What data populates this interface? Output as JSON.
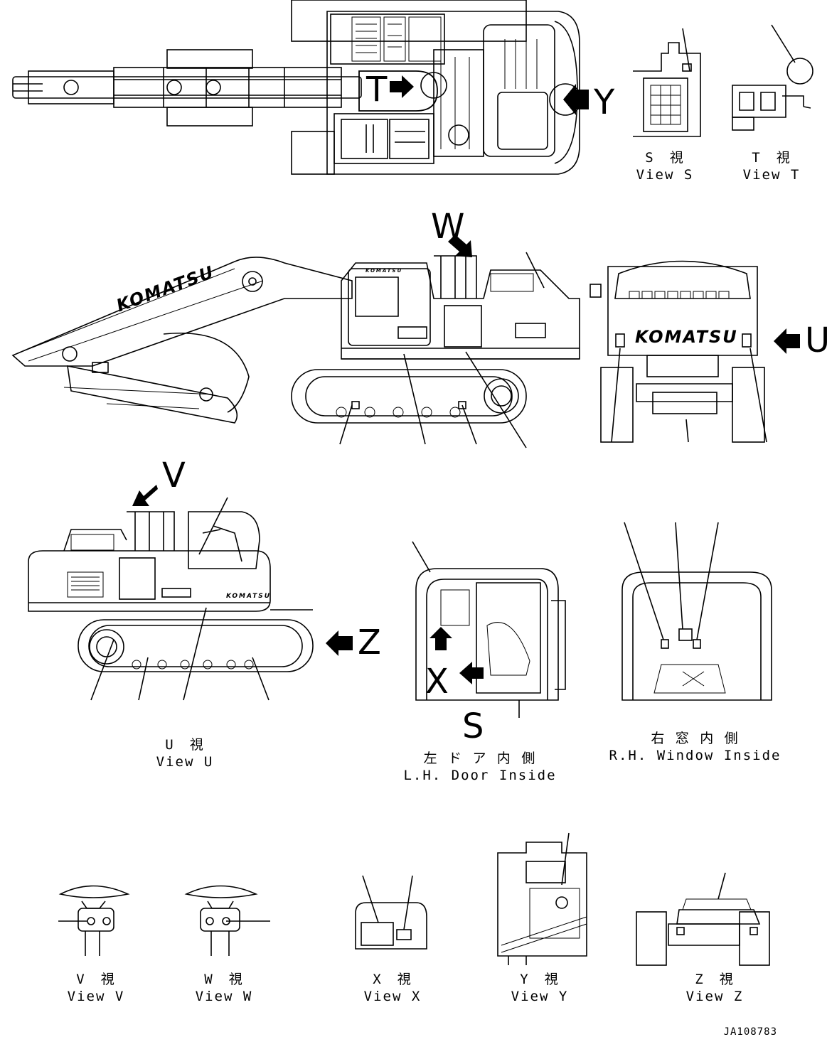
{
  "views": {
    "S": {
      "jp": "S　視",
      "en": "View S"
    },
    "T": {
      "jp": "T　視",
      "en": "View T"
    },
    "U": {
      "jp": "U　視",
      "en": "View U"
    },
    "V": {
      "jp": "V　視",
      "en": "View V"
    },
    "W": {
      "jp": "W　視",
      "en": "View W"
    },
    "X": {
      "jp": "X　視",
      "en": "View X"
    },
    "Y": {
      "jp": "Y　視",
      "en": "View Y"
    },
    "Z": {
      "jp": "Z　視",
      "en": "View Z"
    }
  },
  "sections": {
    "lh_door": {
      "jp": "左 ド ア 内 側",
      "en": "L.H. Door Inside"
    },
    "rh_window": {
      "jp": "右 窓 内 側",
      "en": "R.H. Window Inside"
    }
  },
  "callouts": {
    "T": "T",
    "Y": "Y",
    "W": "W",
    "U": "U",
    "V": "V",
    "Z": "Z",
    "X": "X",
    "S": "S"
  },
  "brand": "KOMATSU",
  "drawing_ref": "JA108783"
}
